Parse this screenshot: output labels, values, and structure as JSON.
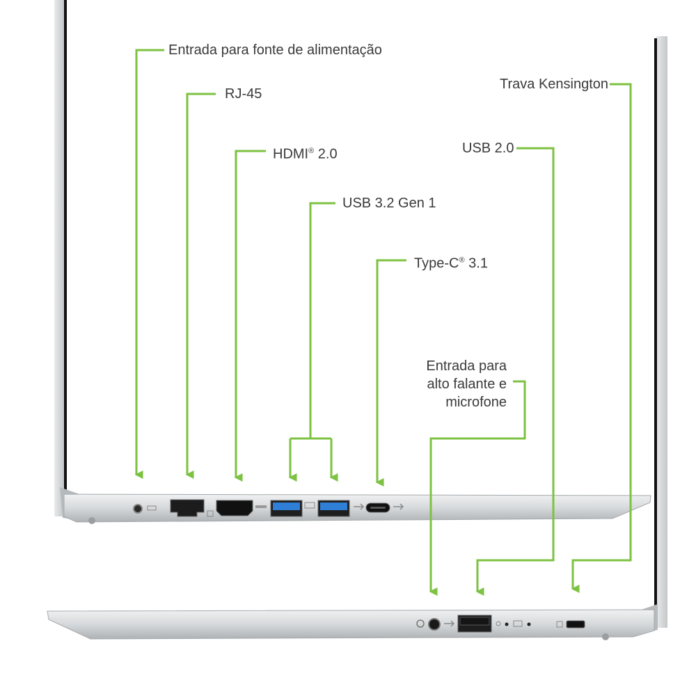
{
  "colors": {
    "leader": "#7dc242",
    "text": "#3a3a3a",
    "chassis": "#d9dcde",
    "chassis_dark": "#9ea2a5",
    "bezel": "#111111",
    "port_blue": "#2f7fd6"
  },
  "labels": {
    "power": "Entrada para fonte de alimentação",
    "rj45": "RJ-45",
    "hdmi_main": "HDMI",
    "hdmi_sup": "®",
    "hdmi_ver": " 2.0",
    "usb32": "USB 3.2 Gen 1",
    "typec_main": "Type-C",
    "typec_sup": "®",
    "typec_ver": " 3.1",
    "audio_line1": "Entrada para",
    "audio_line2": "alto falante e",
    "audio_line3": "microfone",
    "usb20": "USB 2.0",
    "kensington": "Trava Kensington"
  },
  "icons": {
    "power_port": "dc-jack-icon",
    "rj45_port": "ethernet-port-icon",
    "hdmi_port": "hdmi-port-icon",
    "usb_a": "usb-a-port-icon",
    "usb_c": "usb-c-port-icon",
    "audio": "headset-jack-icon",
    "lock": "kensington-lock-icon"
  }
}
